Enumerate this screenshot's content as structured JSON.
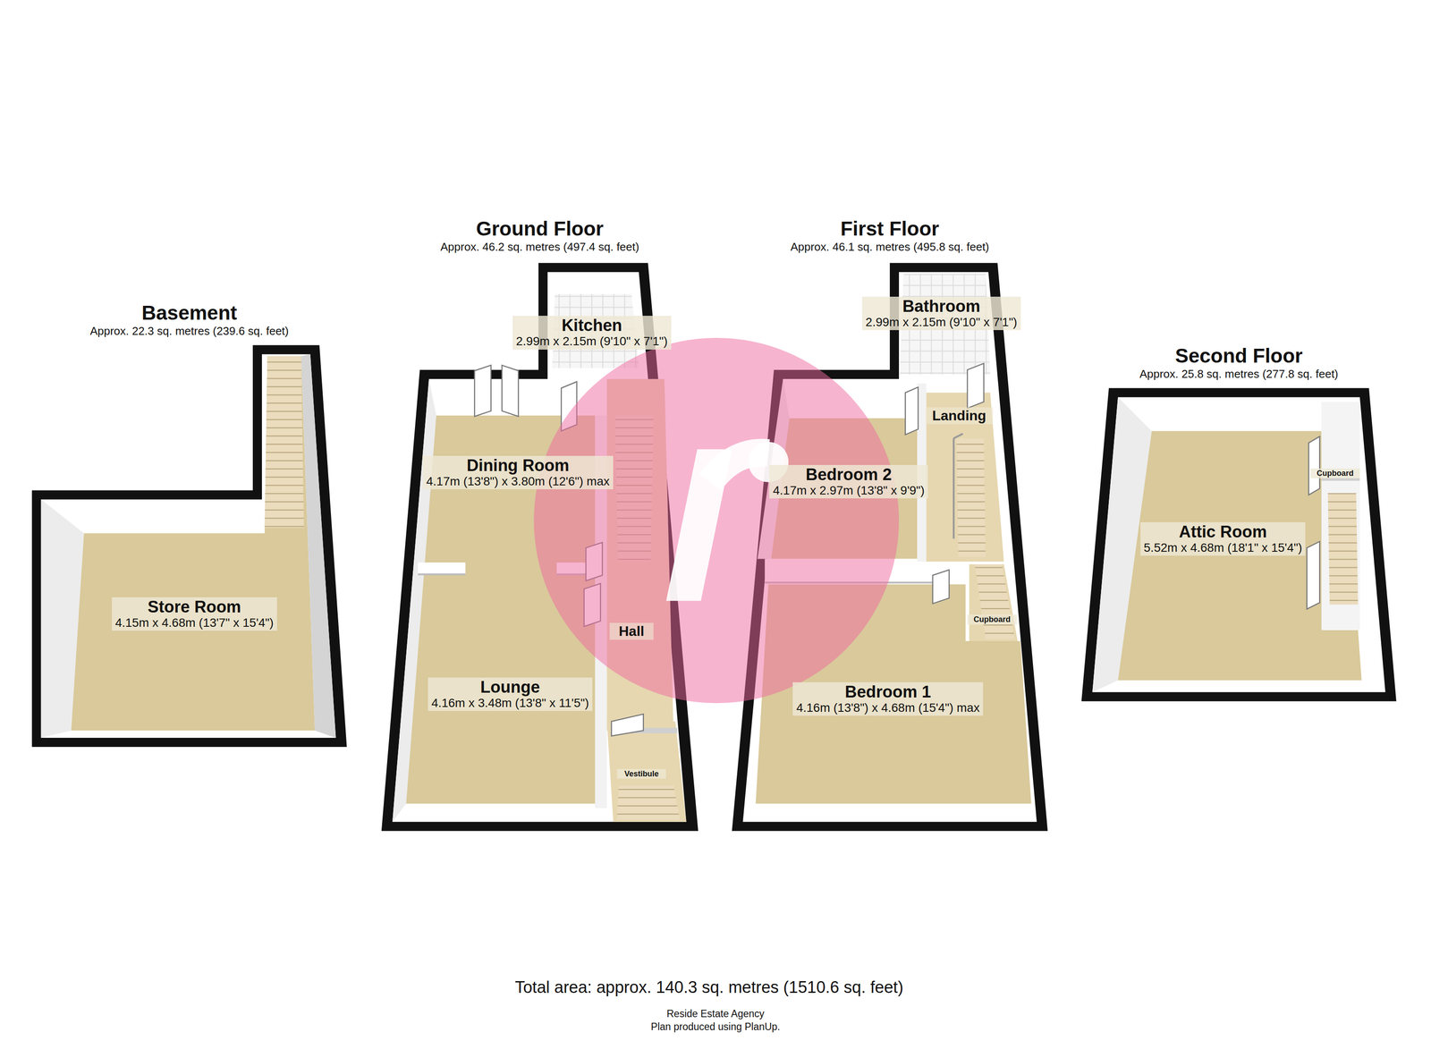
{
  "diagram": {
    "nodes": [
      {
        "text": [
          "Basement",
          "Approx. 22.3 sq. metres (239.6 sq. feet)"
        ]
      },
      {
        "text": [
          "Store Room",
          "4.15m x 4.68m (13'7\" x 15'4\")"
        ],
        "in": 0
      },
      {
        "text": [
          "Ground Floor",
          "Approx. 46.2 sq. metres (497.4 sq. feet)"
        ]
      },
      {
        "text": [
          "Kitchen",
          "2.99m x 2.15m (9'10\" x 7'1\")"
        ],
        "in": 2
      },
      {
        "text": [
          "Dining Room",
          "4.17m (13'8\") x 3.80m (12'6\") max"
        ],
        "in": 2
      },
      {
        "text": [
          "Hall"
        ],
        "in": 2
      },
      {
        "text": [
          "Lounge",
          "4.16m x 3.48m (13'8\" x 11'5\")"
        ],
        "in": 2
      },
      {
        "text": [
          "Vestibule"
        ],
        "in": 2
      },
      {
        "text": [
          "First Floor",
          "Approx. 46.1 sq. metres (495.8 sq. feet)"
        ]
      },
      {
        "text": [
          "Bathroom",
          "2.99m x 2.15m (9'10\" x 7'1\")"
        ],
        "in": 8
      },
      {
        "text": [
          "Landing"
        ],
        "in": 8
      },
      {
        "text": [
          "Bedroom 2",
          "4.17m x 2.97m (13'8\" x 9'9\")"
        ],
        "in": 8
      },
      {
        "text": [
          "Cupboard"
        ],
        "in": 8
      },
      {
        "text": [
          "Bedroom 1",
          "4.16m (13'8\") x 4.68m (15'4\") max"
        ],
        "in": 8
      },
      {
        "text": [
          "Second Floor",
          "Approx. 25.8 sq. metres (277.8 sq. feet)"
        ]
      },
      {
        "text": [
          "Cupboard"
        ],
        "in": 14
      },
      {
        "text": [
          "Attic Room",
          "5.52m x 4.68m (18'1\" x 15'4\")"
        ],
        "in": 14
      }
    ],
    "labels": [
      "Total area: approx. 140.3 sq. metres (1510.6 sq. feet)",
      "Reside Estate Agency",
      "Plan produced using PlanUp."
    ]
  }
}
